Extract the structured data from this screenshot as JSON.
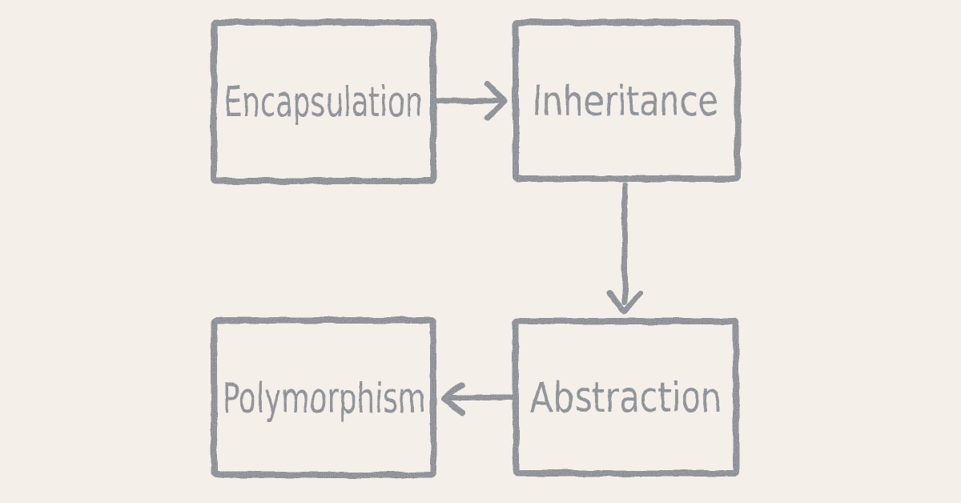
{
  "diagram": {
    "background_color": "#f4efe9",
    "stroke_color": "#45576c",
    "text_color": "#45576c",
    "style": "hand-drawn sketch",
    "nodes": [
      {
        "id": "encapsulation",
        "label": "Encapsulation"
      },
      {
        "id": "inheritance",
        "label": "Inheritance"
      },
      {
        "id": "abstraction",
        "label": "Abstraction"
      },
      {
        "id": "polymorphism",
        "label": "Polymorphism"
      }
    ],
    "edges": [
      {
        "from": "Encapsulation",
        "to": "Inheritance",
        "direction": "right"
      },
      {
        "from": "Inheritance",
        "to": "Abstraction",
        "direction": "down"
      },
      {
        "from": "Abstraction",
        "to": "Polymorphism",
        "direction": "left"
      }
    ]
  }
}
